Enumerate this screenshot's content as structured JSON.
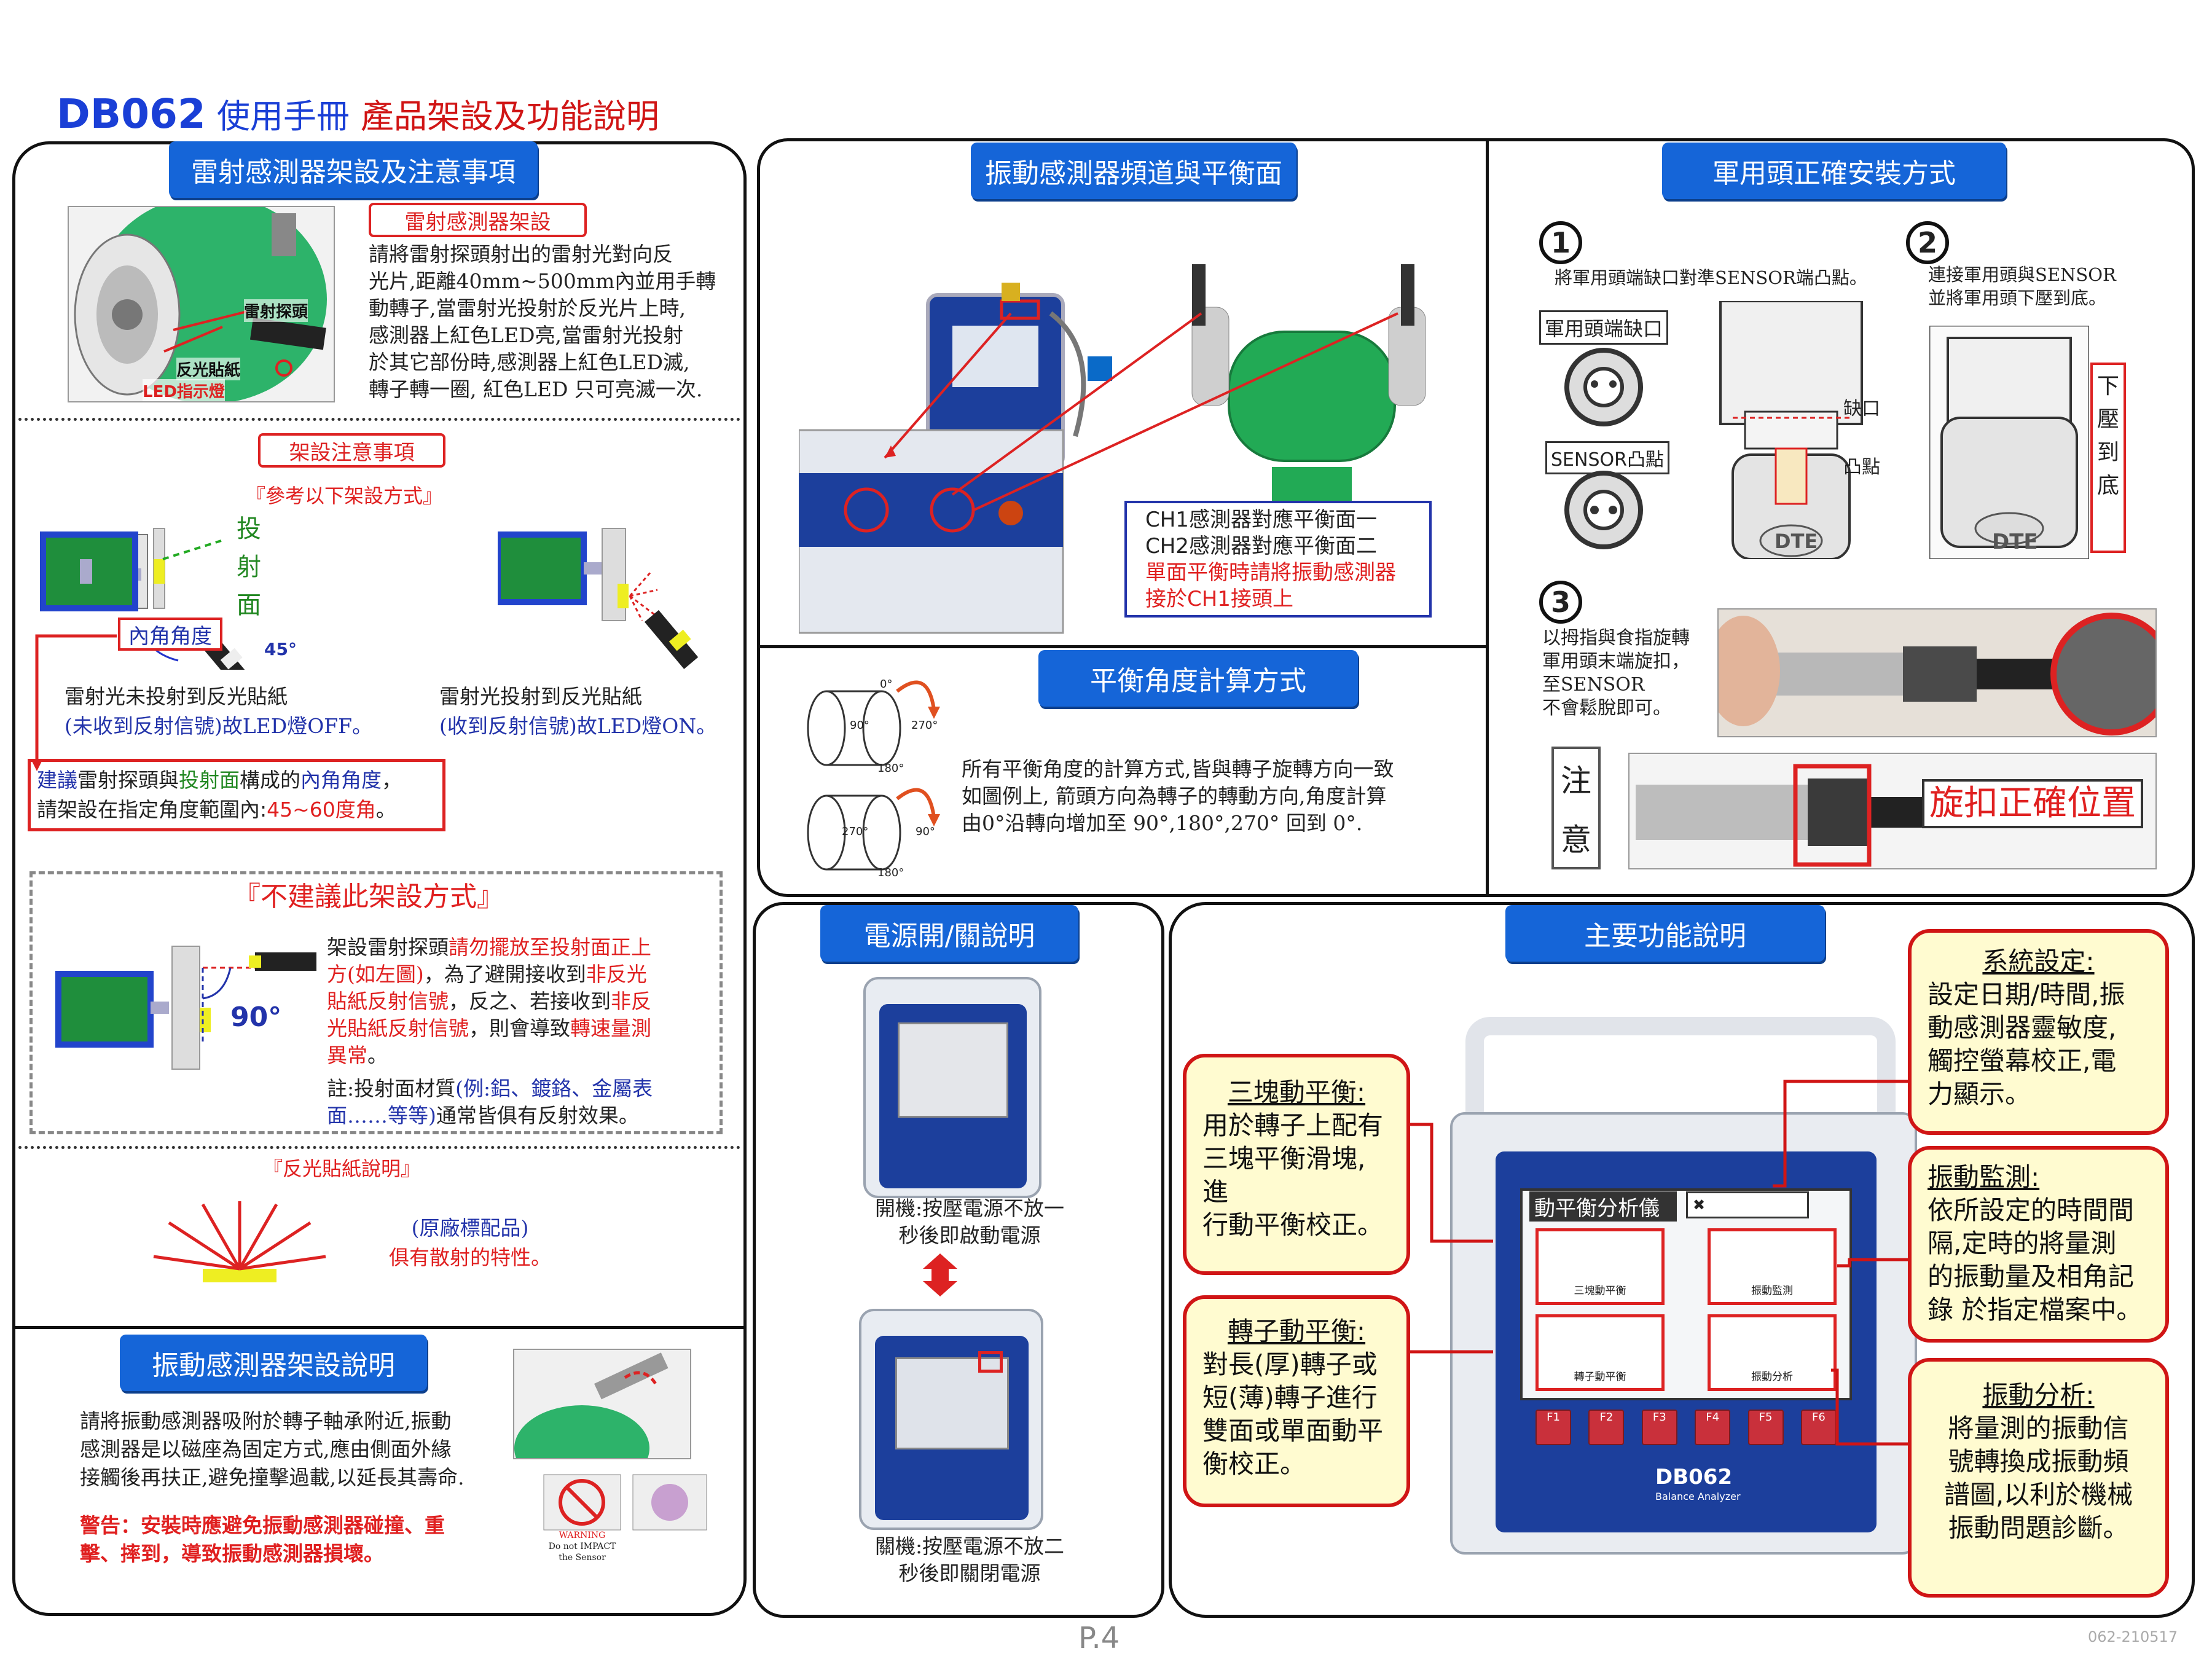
{
  "title": {
    "model": "DB062",
    "manual": "使用手冊",
    "section": "產品架設及功能說明"
  },
  "laser": {
    "header": "雷射感測器架設及注意事項",
    "setup_label": "雷射感測器架設",
    "setup_text": [
      "請將雷射探頭射出的雷射光對向反",
      "光片,距離40mm~500mm內並用手轉",
      "動轉子,當雷射光投射於反光片上時,",
      "感測器上紅色LED亮,當雷射光投射",
      "於其它部份時,感測器上紅色LED滅,",
      "轉子轉一圈, 紅色LED 只可亮滅一次."
    ],
    "photo_labels": {
      "probe": "雷射探頭",
      "reflector": "反光貼紙",
      "led": "LED指示燈"
    },
    "notes_label": "架設注意事項",
    "ref_title": "『參考以下架設方式』",
    "proj_face": [
      "投",
      "射",
      "面"
    ],
    "inner_angle": "內角角度",
    "angle_45": "45°",
    "off_text": [
      "雷射光未投射到反光貼紙",
      "(未收到反射信號)故LED燈OFF。"
    ],
    "on_text": [
      "雷射光投射到反光貼紙",
      "(收到反射信號)故LED燈ON。"
    ],
    "suggest": {
      "p1": "建議",
      "p2": "雷射探頭與",
      "p3": "投射面",
      "p4": "構成的",
      "p5": "內角角度",
      "p6": "，",
      "line2a": "請架設在指定角度範圍內:",
      "line2b": "45~60度角",
      "line2c": "。"
    },
    "not_recommend_title": "『不建議此架設方式』",
    "angle_90": "90°",
    "nr_text": [
      "架設雷射探頭請勿擺放至投射面正上",
      "方(如左圖)，為了避開接收到非反光",
      "貼紙反射信號，反之、若接收到非反",
      "光貼紙反射信號，則會導致轉速量測",
      "異常。"
    ],
    "material_note": [
      "註:投射面材質(例:鋁、鍍鉻、金屬表",
      "面……等等)通常皆俱有反射效果。"
    ],
    "reflector_title": "『反光貼紙說明』",
    "reflector_text": [
      "(原廠標配品)",
      "俱有散射的特性。"
    ]
  },
  "vib_setup": {
    "header": "振動感測器架設說明",
    "text": [
      "請將振動感測器吸附於轉子軸承附近,振動",
      "感測器是以磁座為固定方式,應由側面外緣",
      "接觸後再扶正,避免撞擊過載,以延長其壽命."
    ],
    "warning": [
      "警告：安裝時應避免振動感測器碰撞、重",
      "擊、摔到，導致振動感測器損壞。"
    ],
    "warn_icon_text": [
      "WARNING",
      "Do not IMPACT",
      "the Sensor"
    ]
  },
  "vib_channel": {
    "header": "振動感測器頻道與平衡面",
    "notes": [
      "CH1感測器對應平衡面一",
      "CH2感測器對應平衡面二",
      "單面平衡時請將振動感測器",
      "接於CH1接頭上"
    ]
  },
  "balance_angle": {
    "header": "平衡角度計算方式",
    "marks": [
      "0°",
      "90°",
      "180°",
      "270°"
    ],
    "text": [
      "所有平衡角度的計算方式,皆與轉子旋轉方向一致",
      "如圖例上, 箭頭方向為轉子的轉動方向,角度計算",
      "由0°沿轉向增加至 90°,180°,270° 回到 0°."
    ]
  },
  "connector": {
    "header": "軍用頭正確安裝方式",
    "step1": "將軍用頭端缺口對準SENSOR端凸點。",
    "step2": [
      "連接軍用頭與SENSOR",
      "並將軍用頭下壓到底。"
    ],
    "step3": [
      "以拇指與食指旋轉",
      "軍用頭末端旋扣，",
      "至SENSOR",
      "不會鬆脫即可。"
    ],
    "notch_label": "軍用頭端缺口",
    "bump_label": "SENSOR凸點",
    "notch": "缺口",
    "bump": "凸點",
    "press": [
      "下",
      "壓",
      "到",
      "底"
    ],
    "dte": "DTE",
    "note_chars": [
      "注",
      "意"
    ],
    "correct_pos": "旋扣正確位置"
  },
  "power": {
    "header": "電源開/關說明",
    "on_text": [
      "開機:按壓電源不放一",
      "秒後即啟動電源"
    ],
    "off_text": [
      "關機:按壓電源不放二",
      "秒後即關閉電源"
    ]
  },
  "functions": {
    "header": "主要功能說明",
    "screen_title": "動平衡分析儀",
    "brand": "DB062",
    "brand_sub": "Balance Analyzer",
    "keys": [
      "F1",
      "F2",
      "F3",
      "F4",
      "F5",
      "F6"
    ],
    "tiles": [
      "三塊動平衡",
      "振動監測",
      "轉子動平衡",
      "振動分析"
    ],
    "system": {
      "title": "系統設定:",
      "body": [
        "設定日期/時間,振",
        "動感測器靈敏度,",
        "觸控螢幕校正,電",
        "力顯示。"
      ]
    },
    "monitor": {
      "title": "振動監測:",
      "body": [
        "依所設定的時間間",
        "隔,定時的將量測",
        "的振動量及相角記",
        "錄 於指定檔案中。"
      ]
    },
    "three": {
      "title": "三塊動平衡:",
      "body": [
        "用於轉子上配有",
        "三塊平衡滑塊,進",
        "行動平衡校正。"
      ]
    },
    "rotor": {
      "title": "轉子動平衡:",
      "body": [
        "對長(厚)轉子或",
        "短(薄)轉子進行",
        "雙面或單面動平",
        "衡校正。"
      ]
    },
    "analysis": {
      "title": "振動分析:",
      "body": [
        "將量測的振動信",
        "號轉換成振動頻",
        "譜圖,以利於機械",
        "振動問題診斷。"
      ]
    }
  },
  "footer": {
    "page": "P.4",
    "code": "062-210517"
  },
  "colors": {
    "header_blue": "#1565d8",
    "accent_red": "#e02020",
    "callout_bg": "#fffbd0",
    "device_blue": "#1c3f9c",
    "motor_green": "#22aa55"
  }
}
